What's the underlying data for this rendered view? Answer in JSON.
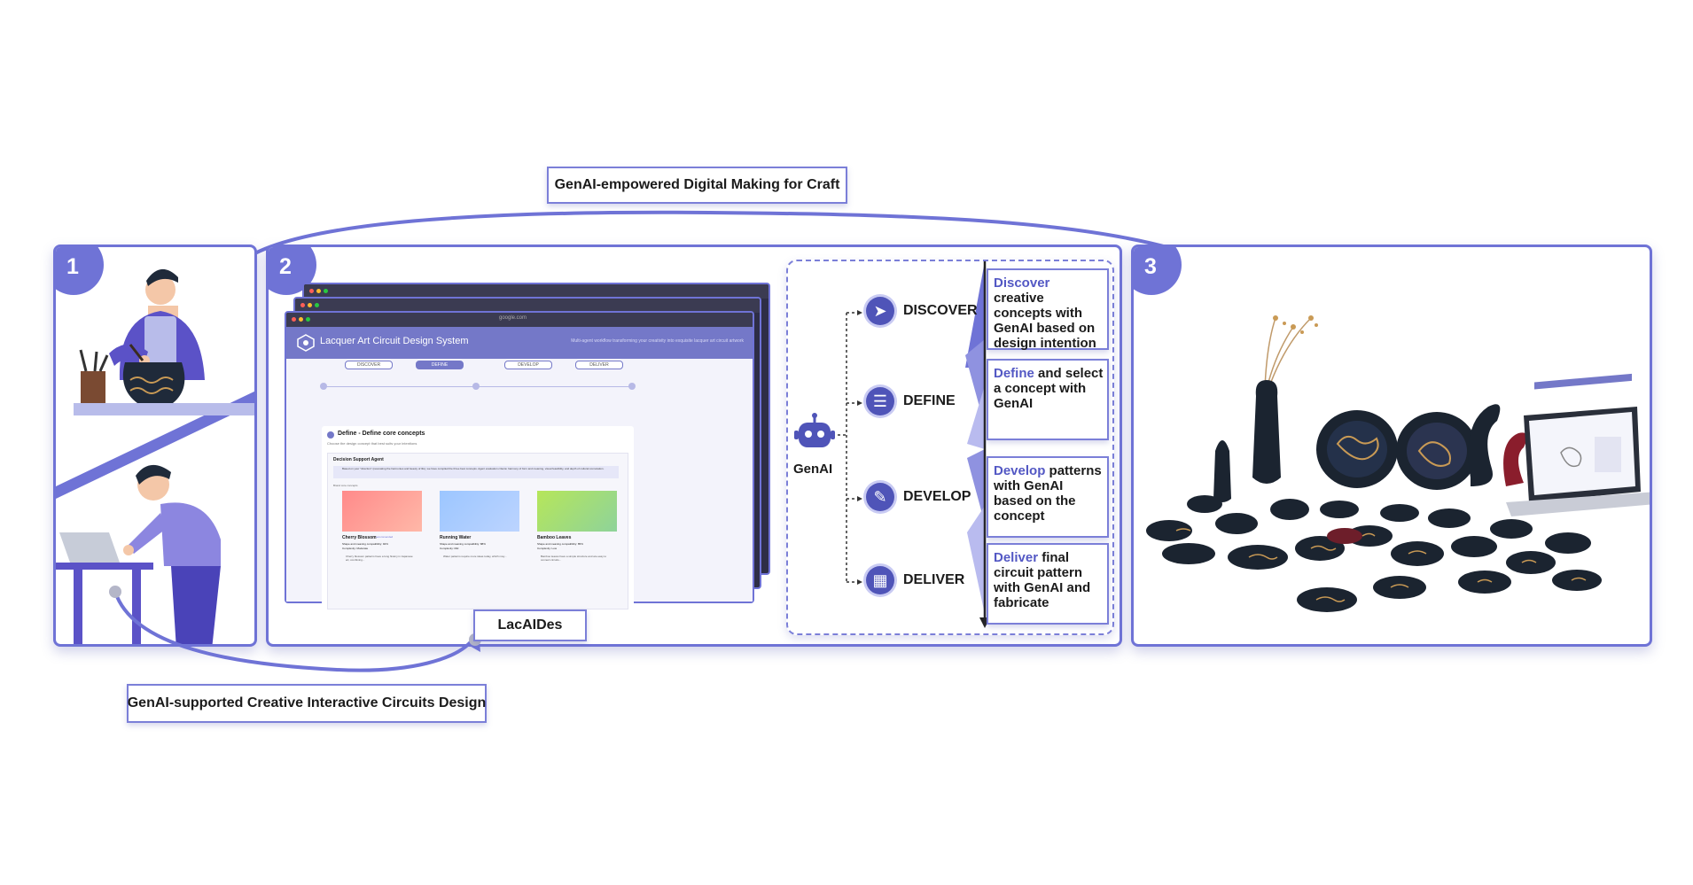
{
  "top_label": "GenAI-empowered Digital Making for Craft",
  "bottom_label": "GenAI-supported Creative Interactive Circuits Design",
  "system_label": "LacAIDes",
  "panels": [
    {
      "number": "1"
    },
    {
      "number": "2"
    },
    {
      "number": "3"
    }
  ],
  "app": {
    "title": "Lacquer Art Circuit Design System",
    "subtitle": "Multi-agent workflow transforming your creativity into exquisite lacquer art circuit artwork",
    "url": "google.com",
    "steps": [
      "DISCOVER",
      "DEFINE",
      "DEVELOP",
      "DELIVER"
    ],
    "section_title": "Define - Define core concepts",
    "section_sub": "Choose the design concept that best suits your intentions",
    "agent_title": "Decision Support Agent",
    "agent_message": "Based on your \"direction\" (resonating the harmonies and beauty of life), we have compiled the three best concepts. Agent evaluation criteria: harmony of form and meaning, visual feasibility, and depth of cultural connotation.",
    "concepts_label": "Brand core concepts",
    "concepts": [
      {
        "name": "Cherry Blossom",
        "tag": "recommended",
        "line1": "Shape and meaning compatibility: 92%",
        "line2": "Complexity: Moderate",
        "note": "Cherry blossom patterns have a long history in Japanese art, combining..."
      },
      {
        "name": "Running Water",
        "tag": "",
        "line1": "Shape and meaning compatibility: 88%",
        "line2": "Complexity: Mid",
        "note": "Water patterns require more ideas today, which may..."
      },
      {
        "name": "Bamboo Leaves",
        "tag": "",
        "line1": "Shape and meaning compatibility: 85%",
        "line2": "Complexity: Low",
        "note": "Bamboo leaves have a simple structure and are easy to connect circuits..."
      }
    ]
  },
  "genai": {
    "label": "GenAI"
  },
  "phases": [
    {
      "name": "DISCOVER",
      "icon": "compass-icon",
      "glyph": "➤",
      "highlight": "Discover",
      "rest": " creative concepts with GenAI based on design intention"
    },
    {
      "name": "DEFINE",
      "icon": "document-icon",
      "glyph": "☰",
      "highlight": "Define",
      "rest": " and select a concept with GenAI"
    },
    {
      "name": "DEVELOP",
      "icon": "pen-icon",
      "glyph": "✎",
      "highlight": "Develop",
      "rest": " patterns with GenAI based on the concept"
    },
    {
      "name": "DELIVER",
      "icon": "circuit-icon",
      "glyph": "▦",
      "highlight": "Deliver",
      "rest": " final circuit pattern with GenAI and fabricate"
    }
  ],
  "colors": {
    "accent": "#6f73d6",
    "accent_dark": "#4f54b8",
    "text_highlight": "#5358c4",
    "lacquer_black": "#1b2430",
    "gold_pattern": "#c99a55"
  }
}
